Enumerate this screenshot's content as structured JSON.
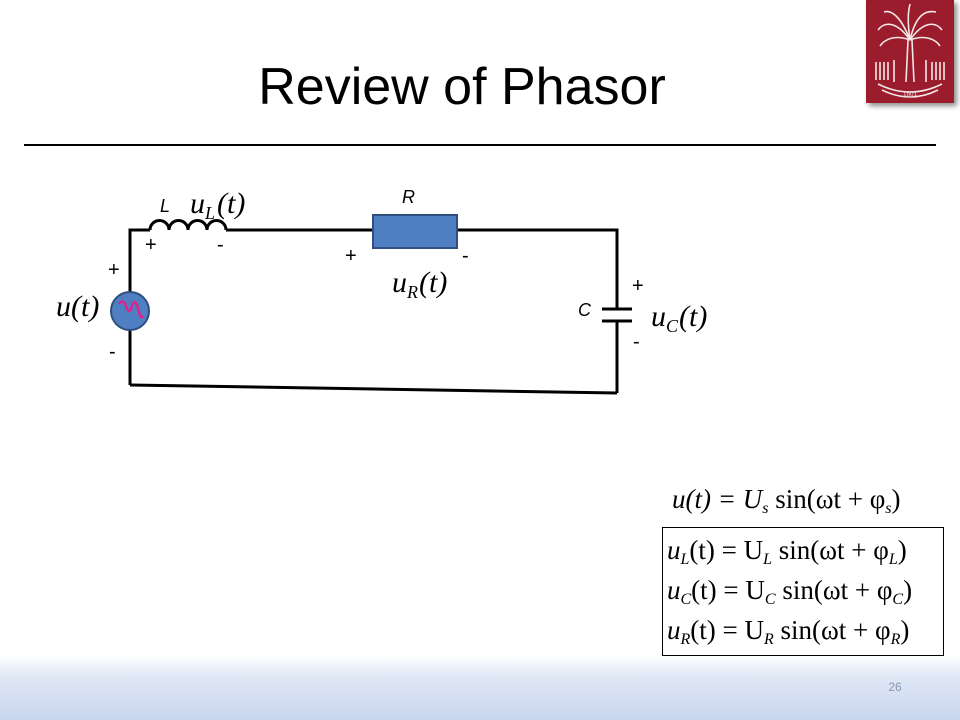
{
  "slide": {
    "title": "Review of Phasor",
    "page_number": "26"
  },
  "logo": {
    "year": "1801",
    "bg_color": "#9b1c2c"
  },
  "circuit": {
    "labels": {
      "L": "L",
      "R": "R",
      "C": "C"
    },
    "signs": {
      "plus": "+",
      "minus": "-"
    },
    "variables": {
      "u": "u(t)",
      "uL": "u",
      "uL_sub": "L",
      "uR": "u",
      "uR_sub": "R",
      "uC": "u",
      "uC_sub": "C",
      "t": "(t)"
    },
    "resistor_color": "#4f7fc2",
    "source_color": "#4f7fc2",
    "source_wave_color": "#e0218a"
  },
  "equations": {
    "source": {
      "lhs": "u(t) = U",
      "sub": "s",
      "rhs": " sin(ωt + φ",
      "rsub": "s",
      "end": ")"
    },
    "L": {
      "var": "u",
      "sub": "L",
      "mid": "(t) = U",
      "rhs": " sin(ωt + φ",
      "end": ")"
    },
    "C": {
      "var": "u",
      "sub": "C",
      "mid": "(t) = U",
      "rhs": " sin(ωt + φ",
      "end": ")"
    },
    "R": {
      "var": "u",
      "sub": "R",
      "mid": "(t) = U",
      "rhs": " sin(ωt + φ",
      "end": ")"
    }
  }
}
